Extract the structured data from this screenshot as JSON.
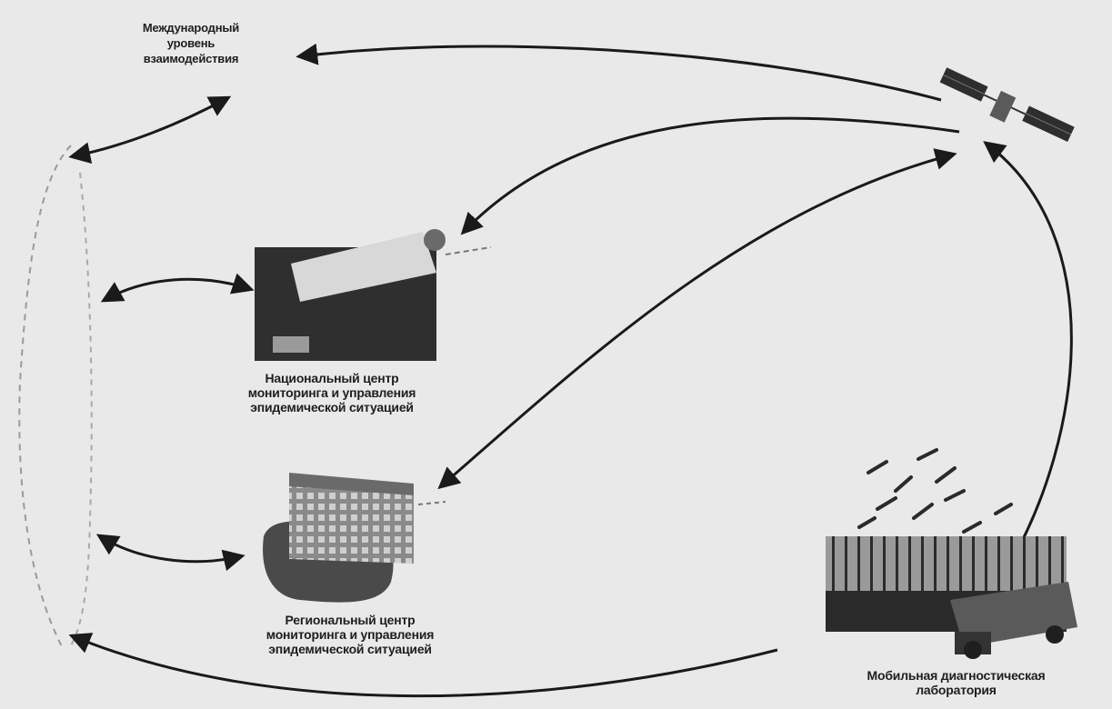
{
  "diagram": {
    "international_level": {
      "lines": [
        "Международный",
        "уровень",
        "взаимодействия"
      ]
    },
    "national_center": {
      "lines": [
        "Национальный центр",
        "мониторинга и управления",
        "эпидемической ситуацией"
      ]
    },
    "regional_center": {
      "lines": [
        "Региональный центр",
        "мониторинга и управления",
        "эпидемической ситуацией"
      ]
    },
    "mobile_lab": {
      "lines": [
        "Мобильная диагностическая",
        "лаборатория"
      ]
    },
    "colors": {
      "background": "#e9e9e9",
      "arrows": "#1a1a1a",
      "building": "#3a3a3a"
    },
    "icons": [
      "satellite-icon",
      "national-center-building-icon",
      "regional-center-building-icon",
      "mobile-lab-truck-icon"
    ]
  }
}
